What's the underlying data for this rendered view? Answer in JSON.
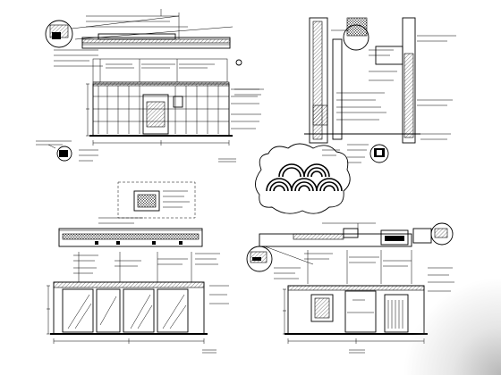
{
  "sheet": {
    "views": [
      {
        "id": "elevation-1"
      },
      {
        "id": "section-detail-1"
      },
      {
        "id": "logo-mark"
      },
      {
        "id": "elevation-2"
      },
      {
        "id": "elevation-3"
      }
    ],
    "icons": [
      "detail-callout-icon",
      "section-marker-icon",
      "scallop-logo-icon"
    ]
  }
}
